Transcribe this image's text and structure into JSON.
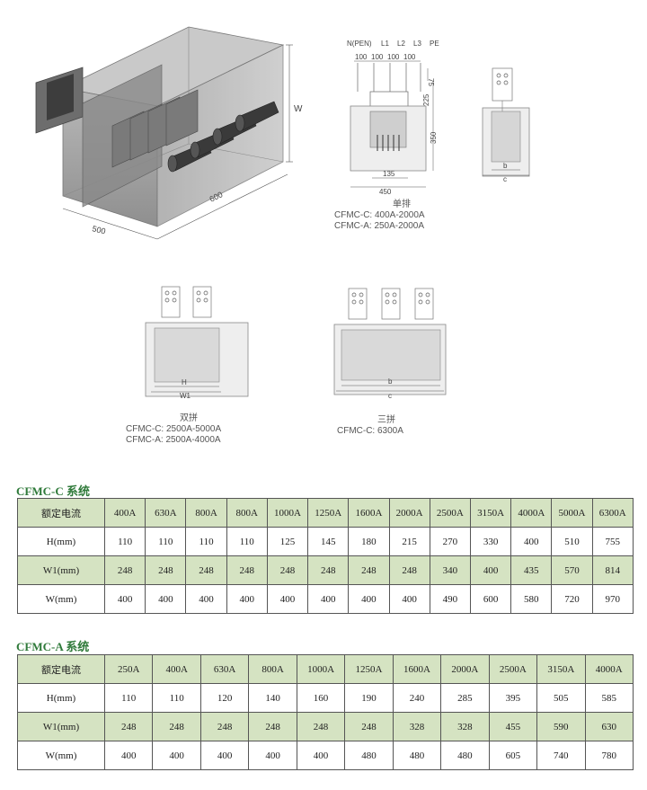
{
  "iso": {
    "dim_w": "W",
    "dim_depth": "500",
    "dim_len": "600"
  },
  "single": {
    "top_labels": [
      "N(PEN)",
      "L1",
      "L2",
      "L3",
      "PE"
    ],
    "spacing": [
      "100",
      "100",
      "100",
      "100"
    ],
    "dim_75": "75",
    "dim_225": "225",
    "dim_350": "350",
    "dim_135": "135",
    "dim_450": "450",
    "caption_title": "单排",
    "caption_lines": [
      "CFMC-C:  400A-2000A",
      "CFMC-A:  250A-2000A"
    ]
  },
  "side": {
    "b": "b",
    "c": "c"
  },
  "double": {
    "h": "H",
    "w1": "W1",
    "caption_title": "双拼",
    "caption_lines": [
      "CFMC-C:  2500A-5000A",
      "CFMC-A:  2500A-4000A"
    ]
  },
  "triple": {
    "b": "b",
    "c": "c",
    "caption_title": "三拼",
    "caption_lines": [
      "CFMC-C:  6300A"
    ]
  },
  "table_c": {
    "title": "CFMC-C 系统",
    "header_label": "额定电流",
    "columns": [
      "400A",
      "630A",
      "800A",
      "800A",
      "1000A",
      "1250A",
      "1600A",
      "2000A",
      "2500A",
      "3150A",
      "4000A",
      "5000A",
      "6300A"
    ],
    "rows": [
      {
        "label": "H(mm)",
        "values": [
          "110",
          "110",
          "110",
          "110",
          "125",
          "145",
          "180",
          "215",
          "270",
          "330",
          "400",
          "510",
          "755"
        ]
      },
      {
        "label": "W1(mm)",
        "values": [
          "248",
          "248",
          "248",
          "248",
          "248",
          "248",
          "248",
          "248",
          "340",
          "400",
          "435",
          "570",
          "814"
        ]
      },
      {
        "label": "W(mm)",
        "values": [
          "400",
          "400",
          "400",
          "400",
          "400",
          "400",
          "400",
          "400",
          "490",
          "600",
          "580",
          "720",
          "970"
        ]
      }
    ]
  },
  "table_a": {
    "title": "CFMC-A 系统",
    "header_label": "额定电流",
    "columns": [
      "250A",
      "400A",
      "630A",
      "800A",
      "1000A",
      "1250A",
      "1600A",
      "2000A",
      "2500A",
      "3150A",
      "4000A"
    ],
    "rows": [
      {
        "label": "H(mm)",
        "values": [
          "110",
          "110",
          "120",
          "140",
          "160",
          "190",
          "240",
          "285",
          "395",
          "505",
          "585"
        ]
      },
      {
        "label": "W1(mm)",
        "values": [
          "248",
          "248",
          "248",
          "248",
          "248",
          "248",
          "328",
          "328",
          "455",
          "590",
          "630"
        ]
      },
      {
        "label": "W(mm)",
        "values": [
          "400",
          "400",
          "400",
          "400",
          "400",
          "480",
          "480",
          "480",
          "605",
          "740",
          "780"
        ]
      }
    ]
  },
  "colors": {
    "title_green": "#2f7a3a",
    "row_shade": "#d5e3c2",
    "box_gray": "#9a9a9a"
  }
}
